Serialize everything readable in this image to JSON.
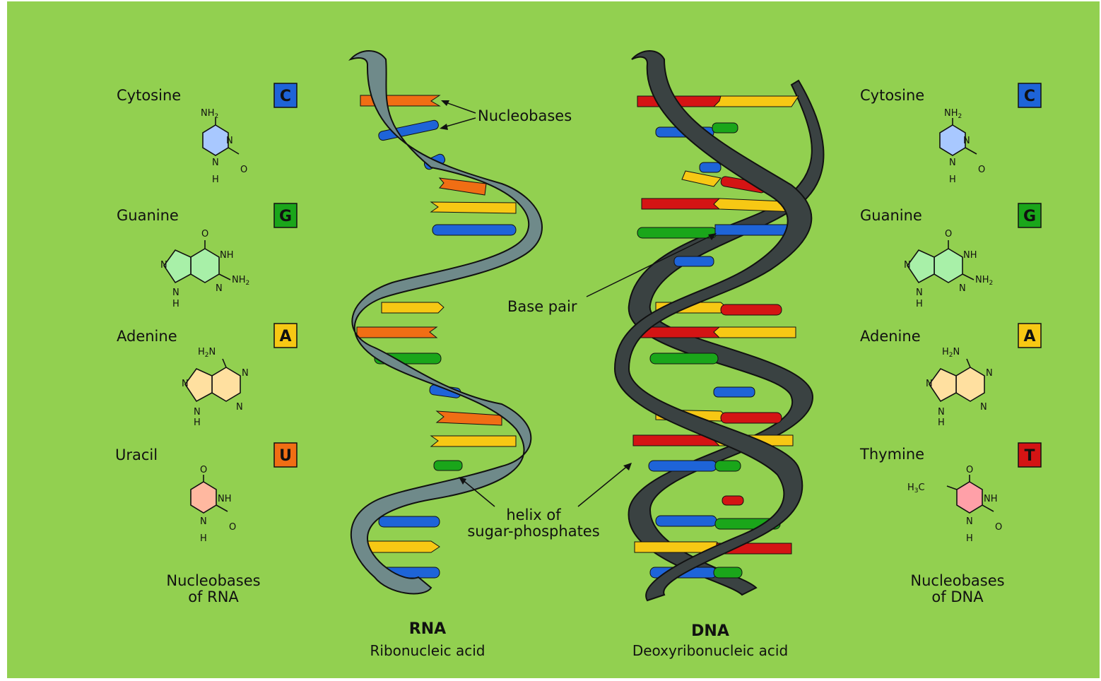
{
  "colors": {
    "background": "#92d050",
    "cytosine": "#1e64d8",
    "guanine": "#1aa61a",
    "adenine": "#f7c814",
    "uracil": "#f06e14",
    "thymine": "#d41414",
    "rna_backbone": "#6f8a8a",
    "dna_backbone": "#3a4242"
  },
  "left_panel": {
    "bases": [
      {
        "name": "Cytosine",
        "letter": "C",
        "color": "#1e64d8",
        "fill": "#a8c8ff"
      },
      {
        "name": "Guanine",
        "letter": "G",
        "color": "#1aa61a",
        "fill": "#a8f0a8"
      },
      {
        "name": "Adenine",
        "letter": "A",
        "color": "#f7c814",
        "fill": "#ffe0a0"
      },
      {
        "name": "Uracil",
        "letter": "U",
        "color": "#f06e14",
        "fill": "#ffb8a0"
      }
    ],
    "caption_line1": "Nucleobases",
    "caption_line2": "of RNA"
  },
  "right_panel": {
    "bases": [
      {
        "name": "Cytosine",
        "letter": "C",
        "color": "#1e64d8",
        "fill": "#a8c8ff"
      },
      {
        "name": "Guanine",
        "letter": "G",
        "color": "#1aa61a",
        "fill": "#a8f0a8"
      },
      {
        "name": "Adenine",
        "letter": "A",
        "color": "#f7c814",
        "fill": "#ffe0a0"
      },
      {
        "name": "Thymine",
        "letter": "T",
        "color": "#d41414",
        "fill": "#ffa0a8"
      }
    ],
    "caption_line1": "Nucleobases",
    "caption_line2": "of DNA"
  },
  "atoms": {
    "nh2": "NH",
    "two": "2",
    "n": "N",
    "o": "O",
    "h": "H",
    "nh": "NH",
    "h2n": "H",
    "h3c": "H",
    "three": "3",
    "c": "C"
  },
  "annotations": {
    "nucleobases": "Nucleobases",
    "base_pair": "Base pair",
    "helix_line1": "helix of",
    "helix_line2": "sugar-phosphates"
  },
  "rna": {
    "title": "RNA",
    "subtitle": "Ribonucleic acid"
  },
  "dna": {
    "title": "DNA",
    "subtitle": "Deoxyribonucleic acid"
  }
}
